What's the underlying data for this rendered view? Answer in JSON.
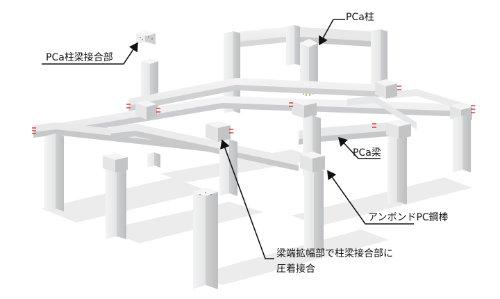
{
  "labels": {
    "pca_column": "PCa柱",
    "pca_joint": "PCa柱梁接合部",
    "pca_beam": "PCa梁",
    "unbonded_pc_bar": "アンボンドPC鋼棒",
    "widened_end_line1": "梁端拡幅部で柱梁接合部に",
    "widened_end_line2": "圧着接合"
  },
  "colors": {
    "background": "#ffffff",
    "concrete_light": "#eceded",
    "concrete_mid": "#d8d9da",
    "concrete_dark": "#b9babc",
    "shadow": "#e2e2e2",
    "pc_bar_red": "#e0463c",
    "rebar_gold": "#c9a050",
    "leader": "#111111"
  }
}
